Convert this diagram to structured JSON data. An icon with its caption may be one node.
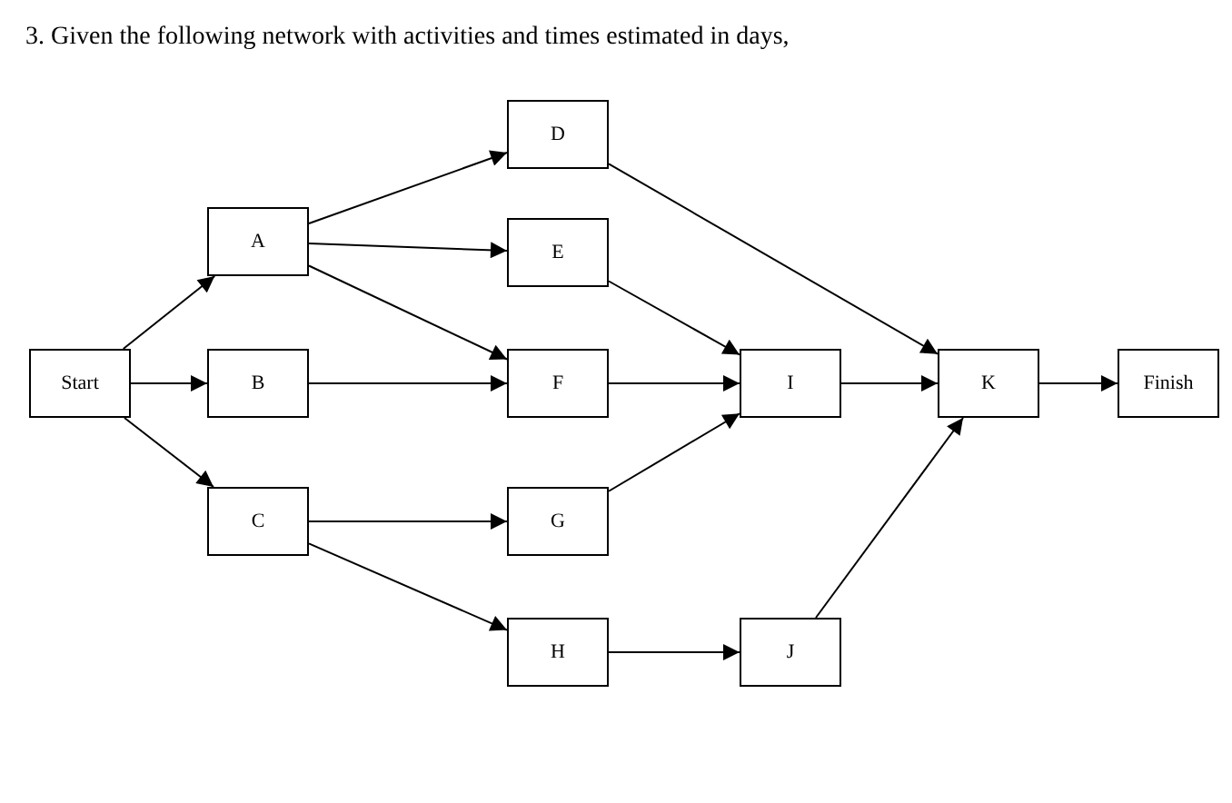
{
  "diagram": {
    "title": "3. Given the following network with activities and times estimated in days,",
    "nodes": [
      {
        "text": [
          "Start"
        ]
      },
      {
        "text": [
          "A"
        ]
      },
      {
        "text": [
          "B"
        ]
      },
      {
        "text": [
          "C"
        ]
      },
      {
        "text": [
          "D"
        ]
      },
      {
        "text": [
          "E"
        ]
      },
      {
        "text": [
          "F"
        ]
      },
      {
        "text": [
          "G"
        ]
      },
      {
        "text": [
          "H"
        ]
      },
      {
        "text": [
          "I"
        ]
      },
      {
        "text": [
          "J"
        ]
      },
      {
        "text": [
          "K"
        ]
      },
      {
        "text": [
          "Finish"
        ]
      }
    ],
    "edges": [
      {
        "from": 0,
        "to": 1,
        "arrow": "to"
      },
      {
        "from": 0,
        "to": 2,
        "arrow": "to"
      },
      {
        "from": 0,
        "to": 3,
        "arrow": "to"
      },
      {
        "from": 1,
        "to": 4,
        "arrow": "to"
      },
      {
        "from": 1,
        "to": 5,
        "arrow": "to"
      },
      {
        "from": 1,
        "to": 6,
        "arrow": "to"
      },
      {
        "from": 2,
        "to": 6,
        "arrow": "to"
      },
      {
        "from": 3,
        "to": 7,
        "arrow": "to"
      },
      {
        "from": 3,
        "to": 8,
        "arrow": "to"
      },
      {
        "from": 4,
        "to": 11,
        "arrow": "to"
      },
      {
        "from": 5,
        "to": 9,
        "arrow": "to"
      },
      {
        "from": 6,
        "to": 9,
        "arrow": "to"
      },
      {
        "from": 7,
        "to": 9,
        "arrow": "to"
      },
      {
        "from": 8,
        "to": 10,
        "arrow": "to"
      },
      {
        "from": 9,
        "to": 11,
        "arrow": "to"
      },
      {
        "from": 10,
        "to": 11,
        "arrow": "to"
      },
      {
        "from": 11,
        "to": 12,
        "arrow": "to"
      }
    ]
  }
}
